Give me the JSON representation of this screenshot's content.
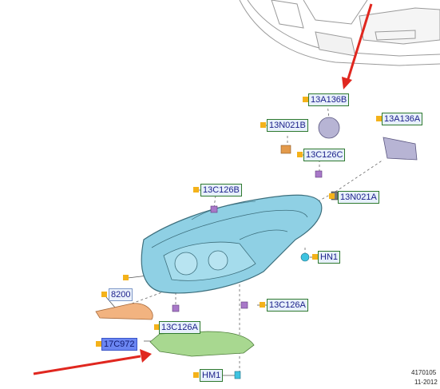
{
  "callouts": {
    "c13A136B_top": "13A136B",
    "c13N021B": "13N021B",
    "c13A136A": "13A136A",
    "c13C126C": "13C126C",
    "c13C126B": "13C126B",
    "c13N021A": "13N021A",
    "cHN1": "HN1",
    "c8200": "8200",
    "c13C126A_right": "13C126A",
    "c13C126A_left": "13C126A",
    "c17C972": "17C972",
    "cHM1": "HM1"
  },
  "footnote": {
    "line1": "4170105",
    "line2": "11-2012"
  },
  "colors": {
    "headlamp_fill": "#8fd0e4",
    "bracket_fill": "#a8d890",
    "reflector_fill": "#f2b380",
    "marker": "#f4b21a",
    "arrow": "#e0271f"
  }
}
